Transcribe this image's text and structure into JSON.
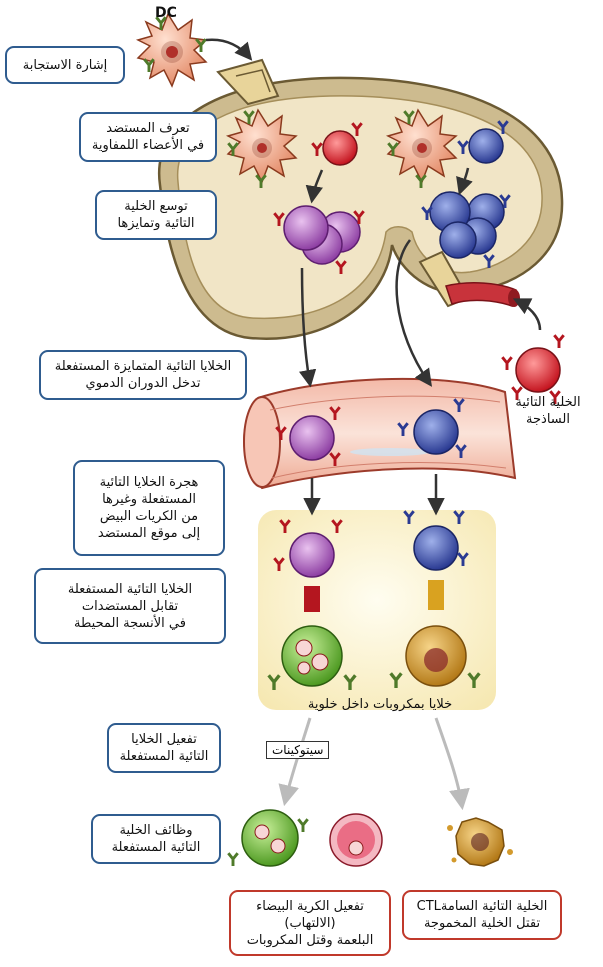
{
  "labels": {
    "dc": "DC",
    "response_signal": "إشارة الاستجابة",
    "antigen_recognition": "تعرف المستضد\nفي الأعضاء اللمفاوية",
    "expansion": "توسع الخلية\nالتائية وتمايزها",
    "enter_circulation": "الخلايا التائية المتمايزة المستفعلة\nتدخل الدوران الدموي",
    "naive_t_cell": "الخلية التائية\nالساذجة",
    "migration": "هجرة الخلايا التائية\nالمستفعلة وغيرها\nمن الكريات البيض\nإلى موقع المستضد",
    "encounter": "الخلايا التائية المستفعلة\nتقابل المستضدات\nفي الأنسجة المحيطة",
    "infected_cells": "خلايا بمكروبات داخل خلوية",
    "activation": "تفعيل الخلايا\nالتائية المستفعلة",
    "cytokines": "سيتوكينات",
    "functions": "وظائف الخلية\nالتائية المستفعلة",
    "leukocyte_activation": "تفعيل الكرية البيضاء\n(الالتهاب)\nالبلعمة وقتل المكروبات",
    "ctl": "الخلية التائية السامةCTL\nتقتل الخلية المخموجة"
  },
  "colors": {
    "box_border_blue": "#2f5c8f",
    "box_border_red": "#c0392b",
    "lymph_node": "#efe3c4",
    "cd4_cell": "#b062c0",
    "cd8_cell": "#3a4fa8",
    "naive_cell": "#d8202b",
    "infected_macrophage": "#6fbf3a",
    "target_cell": "#d39a2c",
    "background_panel": "#fbf3cf"
  }
}
